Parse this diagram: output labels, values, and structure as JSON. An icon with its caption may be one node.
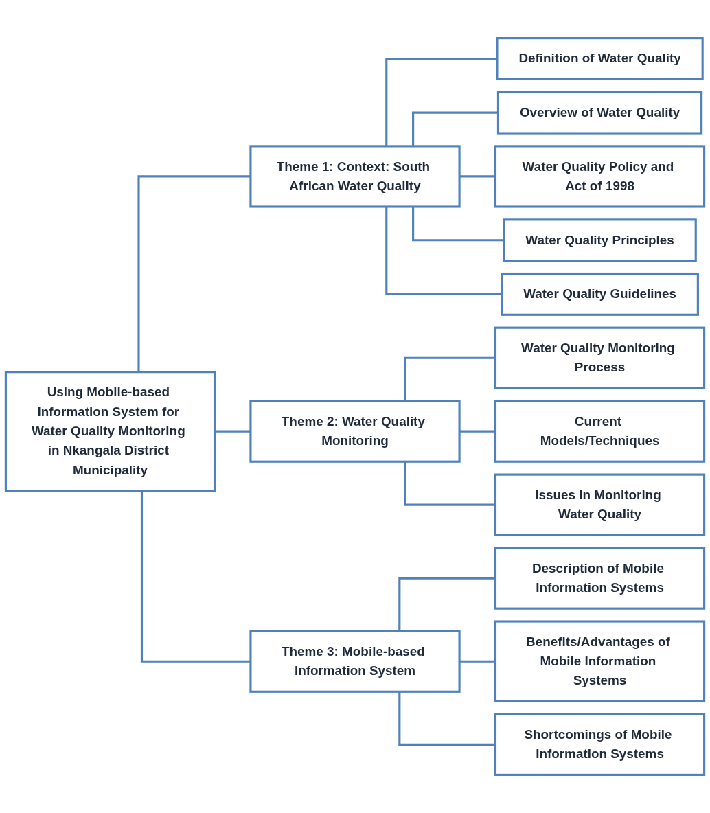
{
  "diagram": {
    "nodes": [
      {
        "text": [
          "Using Mobile-based Information System for Water Quality Monitoring in Nkangala District Municipality"
        ]
      },
      {
        "text": [
          "Theme 1: Context: South African Water Quality"
        ]
      },
      {
        "text": [
          "Definition of Water Quality"
        ]
      },
      {
        "text": [
          "Overview of Water Quality"
        ]
      },
      {
        "text": [
          "Water Quality Policy and Act of 1998"
        ]
      },
      {
        "text": [
          "Water Quality Principles"
        ]
      },
      {
        "text": [
          "Water Quality Guidelines"
        ]
      },
      {
        "text": [
          "Theme 2: Water Quality Monitoring"
        ]
      },
      {
        "text": [
          "Water Quality Monitoring Process"
        ]
      },
      {
        "text": [
          "Current Models/Techniques"
        ]
      },
      {
        "text": [
          "Issues in Monitoring Water Quality"
        ]
      },
      {
        "text": [
          "Theme 3: Mobile-based Information System"
        ]
      },
      {
        "text": [
          "Description of Mobile Information Systems"
        ]
      },
      {
        "text": [
          "Benefits/Advantages of Mobile Information Systems"
        ]
      },
      {
        "text": [
          "Shortcomings of Mobile Information Systems"
        ]
      }
    ],
    "edges": [
      {
        "from": 0,
        "to": 1,
        "arrow": "none"
      },
      {
        "from": 0,
        "to": 7,
        "arrow": "none"
      },
      {
        "from": 0,
        "to": 11,
        "arrow": "none"
      },
      {
        "from": 1,
        "to": 2,
        "arrow": "none"
      },
      {
        "from": 1,
        "to": 3,
        "arrow": "none"
      },
      {
        "from": 1,
        "to": 4,
        "arrow": "none"
      },
      {
        "from": 1,
        "to": 5,
        "arrow": "none"
      },
      {
        "from": 1,
        "to": 6,
        "arrow": "none"
      },
      {
        "from": 7,
        "to": 8,
        "arrow": "none"
      },
      {
        "from": 7,
        "to": 9,
        "arrow": "none"
      },
      {
        "from": 7,
        "to": 10,
        "arrow": "none"
      },
      {
        "from": 11,
        "to": 12,
        "arrow": "none"
      },
      {
        "from": 11,
        "to": 13,
        "arrow": "none"
      },
      {
        "from": 11,
        "to": 14,
        "arrow": "none"
      }
    ]
  }
}
